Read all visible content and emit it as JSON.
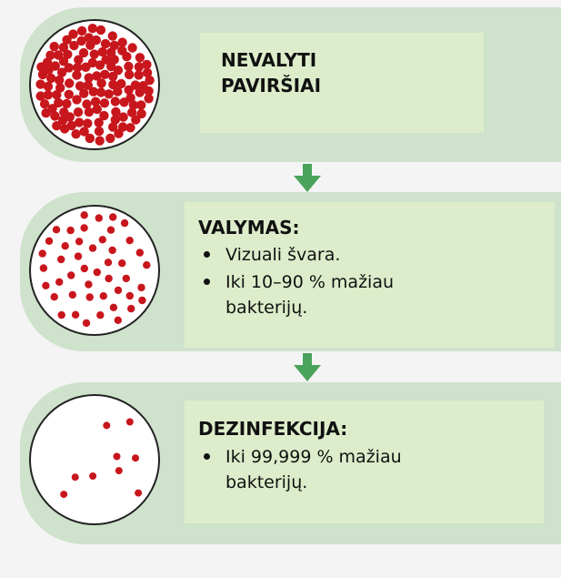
{
  "steps": [
    {
      "title": "NEVALYTI PAVIRŠIAI",
      "bullets": [],
      "bacteria": 220
    },
    {
      "title": "VALYMAS:",
      "bullets": [
        "Vizuali švara.",
        "Iki 10–90 % mažiau bakterijų."
      ],
      "bacteria": 46
    },
    {
      "title": "DEZINFEKCIJA:",
      "bullets": [
        "Iki 99,999 % mažiau bakterijų."
      ],
      "bacteria": 9
    }
  ],
  "colors": {
    "pill": "#cfe2cc",
    "textbox": "#ddedcb",
    "bacteria": "#c8161d",
    "arrow": "#4aa35b",
    "background": "#f4f4f4"
  },
  "icons": {
    "arrow": "arrow-down-icon",
    "dish": "petri-dish-icon"
  }
}
